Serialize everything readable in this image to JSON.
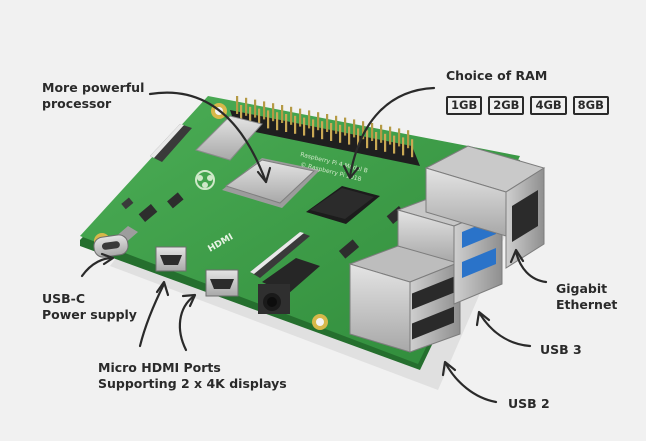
{
  "labels": {
    "processor": [
      "More powerful",
      "processor"
    ],
    "ram": "Choice of RAM",
    "usbc": [
      "USB-C",
      "Power supply"
    ],
    "hdmi": [
      "Micro HDMI Ports",
      "Supporting 2 x 4K displays"
    ],
    "ethernet": [
      "Gigabit",
      "Ethernet"
    ],
    "usb3": "USB 3",
    "usb2": "USB 2"
  },
  "ram_options": [
    "1GB",
    "2GB",
    "4GB",
    "8GB"
  ],
  "board_text": {
    "hdmi_logo": "HDMI",
    "model": "Raspberry Pi 4 Model B",
    "copyright": "© Raspberry Pi 2018"
  },
  "colors": {
    "background": "#f1f1f1",
    "board": "#3f9b48",
    "text": "#2a2a2a",
    "usb3_blue": "#2a73c9",
    "gold": "#d7b84a"
  }
}
